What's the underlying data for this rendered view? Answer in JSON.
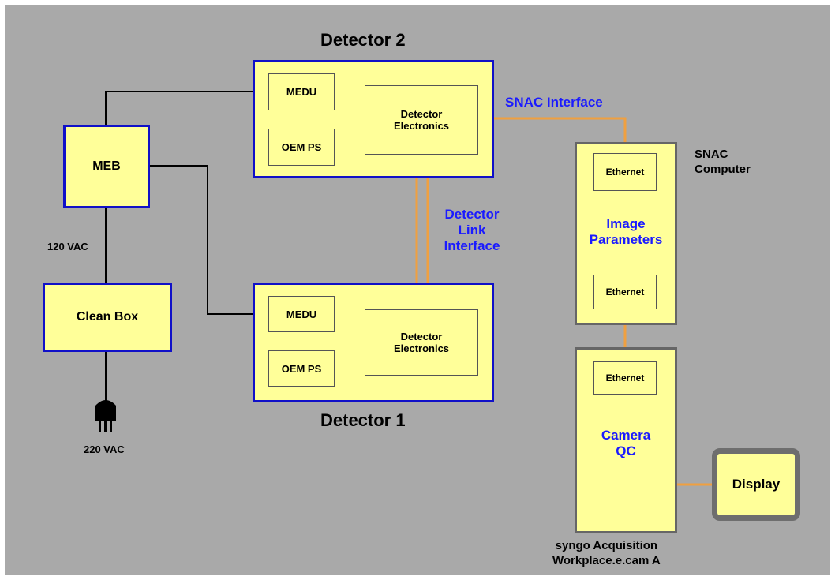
{
  "detector2": {
    "title": "Detector 2",
    "medu": "MEDU",
    "oem_ps": "OEM PS",
    "electronics_line1": "Detector",
    "electronics_line2": "Electronics"
  },
  "detector1": {
    "title": "Detector 1",
    "medu": "MEDU",
    "oem_ps": "OEM PS",
    "electronics_line1": "Detector",
    "electronics_line2": "Electronics"
  },
  "meb": "MEB",
  "clean_box": "Clean Box",
  "vac_120": "120 VAC",
  "vac_220": "220 VAC",
  "snac_interface": "SNAC Interface",
  "detector_link": {
    "line1": "Detector",
    "line2": "Link",
    "line3": "Interface"
  },
  "snac_computer": {
    "line1": "SNAC",
    "line2": "Computer",
    "ethernet_top": "Ethernet",
    "ethernet_bottom": "Ethernet",
    "params_line1": "Image",
    "params_line2": "Parameters"
  },
  "workplace": {
    "ethernet": "Ethernet",
    "qc_line1": "Camera",
    "qc_line2": "QC",
    "caption_line1": "syngo Acquisition",
    "caption_line2": "Workplace.e.cam A"
  },
  "display": "Display",
  "colors": {
    "background": "#a9a9a9",
    "box_fill": "#ffff99",
    "border_blue": "#1010c8",
    "data_line": "#f0a040",
    "power_line": "#000000",
    "label_blue": "#1a1aff"
  }
}
